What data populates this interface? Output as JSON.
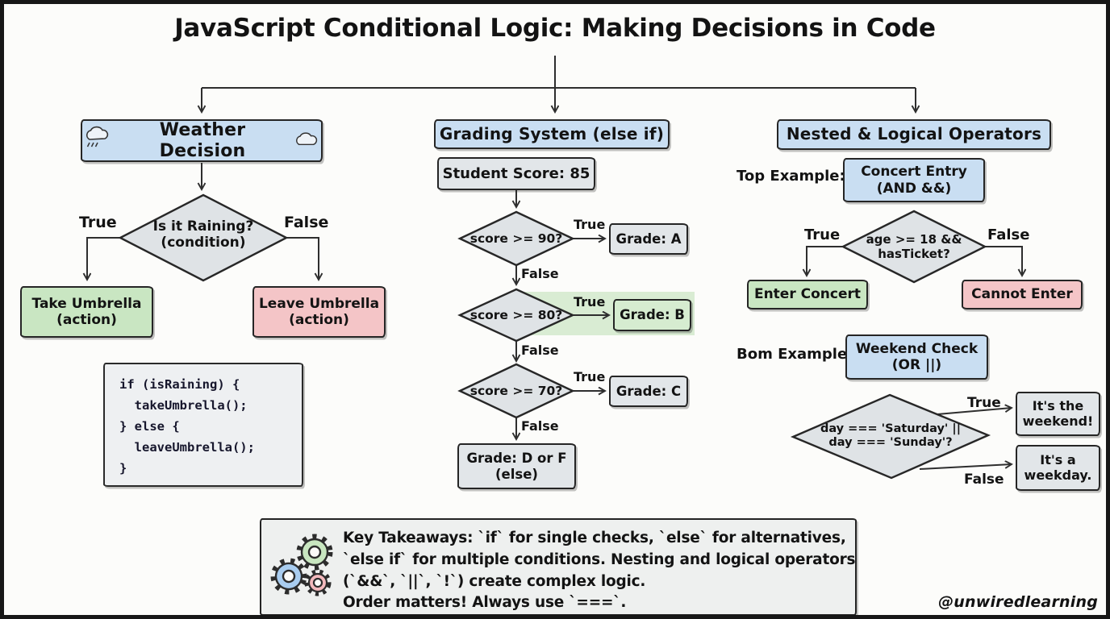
{
  "title": "JavaScript Conditional Logic: Making Decisions in Code",
  "watermark": "@unwiredlearning",
  "colors": {
    "header_blue": "#c9def2",
    "result_green": "#c9e6c2",
    "result_red": "#f4c5c7",
    "neutral_gray": "#e2e6e9",
    "highlight_band_green": "#d9ecd3",
    "code_background": "#eef0f2",
    "frame_black": "#171717"
  },
  "weather": {
    "header": "Weather Decision",
    "condition": {
      "line1": "Is it Raining?",
      "line2": "(condition)"
    },
    "true_label": "True",
    "false_label": "False",
    "true_result": {
      "line1": "Take Umbrella",
      "line2": "(action)"
    },
    "false_result": {
      "line1": "Leave Umbrella",
      "line2": "(action)"
    },
    "code_lines": [
      "if (isRaining) {",
      "  takeUmbrella();",
      "} else {",
      "  leaveUmbrella();",
      "}"
    ]
  },
  "grading": {
    "header": "Grading System (else if)",
    "input_box": "Student Score: 85",
    "checks": [
      {
        "condition": "score >= 90?",
        "true_label": "True",
        "false_label": "False",
        "result": "Grade: A"
      },
      {
        "condition": "score >= 80?",
        "true_label": "True",
        "false_label": "False",
        "result": "Grade: B"
      },
      {
        "condition": "score >= 70?",
        "true_label": "True",
        "false_label": "False",
        "result": "Grade: C"
      }
    ],
    "else_result": {
      "line1": "Grade: D or F",
      "line2": "(else)"
    }
  },
  "nested": {
    "header": "Nested & Logical Operators",
    "top": {
      "label": "Top Example:",
      "box": {
        "line1": "Concert Entry",
        "line2": "(AND &&)"
      },
      "condition": {
        "line1": "age >= 18 &&",
        "line2": "hasTicket?"
      },
      "true_label": "True",
      "false_label": "False",
      "true_result": "Enter Concert",
      "false_result": "Cannot Enter"
    },
    "bottom": {
      "label": "Bom Example:",
      "box": {
        "line1": "Weekend Check",
        "line2": "(OR ||)"
      },
      "condition": {
        "line1": "day === 'Saturday' ||",
        "line2": "day === 'Sunday'?"
      },
      "true_label": "True",
      "false_label": "False",
      "true_result": {
        "line1": "It's the",
        "line2": "weekend!"
      },
      "false_result": {
        "line1": "It's a",
        "line2": "weekday."
      }
    }
  },
  "takeaways": {
    "lines": [
      "Key Takeaways: `if` for single checks, `else` for alternatives,",
      "`else if` for multiple conditions. Nesting and logical operators",
      "(`&&`, `||`, `!`) create complex logic.",
      "Order matters! Always use `===`."
    ]
  }
}
